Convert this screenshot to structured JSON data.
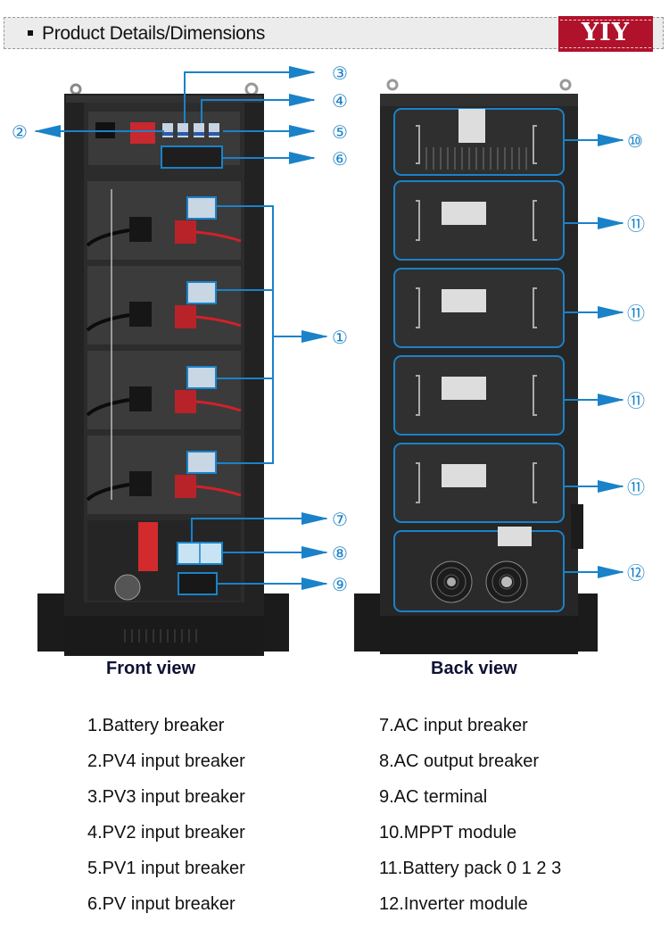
{
  "header": {
    "title": "Product Details/Dimensions",
    "logo_text": "YIY",
    "logo_color": "#b0122b"
  },
  "callout_color": "#1a82c8",
  "callouts": {
    "c1": "①",
    "c2": "②",
    "c3": "③",
    "c4": "④",
    "c5": "⑤",
    "c6": "⑥",
    "c7": "⑦",
    "c8": "⑧",
    "c9": "⑨",
    "c10": "⑩",
    "c11a": "⑪",
    "c11b": "⑪",
    "c11c": "⑪",
    "c11d": "⑪",
    "c12": "⑫"
  },
  "views": {
    "front_label": "Front view",
    "back_label": "Back view"
  },
  "legend": {
    "left": [
      "1.Battery breaker",
      "2.PV4 input breaker",
      "3.PV3 input breaker",
      "4.PV2 input breaker",
      "5.PV1 input breaker",
      "6.PV input breaker"
    ],
    "right": [
      "7.AC input breaker",
      "8.AC output breaker",
      "9.AC terminal",
      "10.MPPT module",
      "11.Battery pack 0 1 2 3",
      "12.Inverter module"
    ]
  }
}
